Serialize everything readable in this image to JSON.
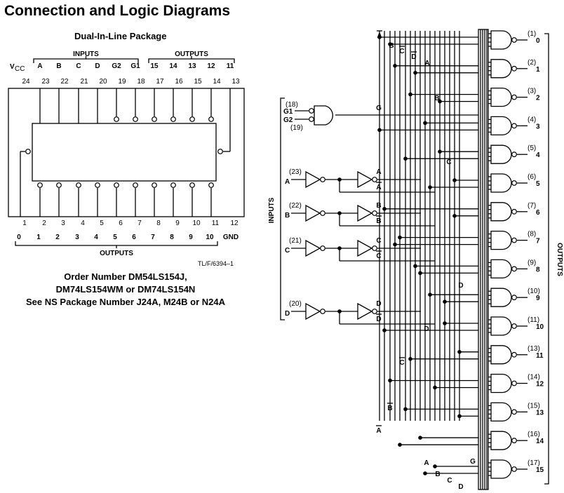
{
  "title": "Connection and Logic Diagrams",
  "package": {
    "title": "Dual-In-Line Package",
    "inputs_label": "INPUTS",
    "outputs_label": "OUTPUTS",
    "vcc_label": "VCC",
    "gnd_label": "GND",
    "top_pin_numbers": [
      "24",
      "23",
      "22",
      "21",
      "20",
      "19",
      "18",
      "17",
      "16",
      "15",
      "14",
      "13"
    ],
    "top_pin_names": [
      "A",
      "B",
      "C",
      "D",
      "G2",
      "G1",
      "15",
      "14",
      "13",
      "12",
      "11"
    ],
    "bottom_pin_numbers": [
      "1",
      "2",
      "3",
      "4",
      "5",
      "6",
      "7",
      "8",
      "9",
      "10",
      "11",
      "12"
    ],
    "bottom_pin_names": [
      "0",
      "1",
      "2",
      "3",
      "4",
      "5",
      "6",
      "7",
      "8",
      "9",
      "10"
    ]
  },
  "order": {
    "line1": "Order Number DM54LS154J,",
    "line2": "DM74LS154WM or DM74LS154N",
    "line3": "See NS Package Number J24A, M24B or N24A"
  },
  "figure_ref": "TL/F/6394–1",
  "logic": {
    "inputs_label": "INPUTS",
    "outputs_label": "OUTPUTS",
    "enable_pins": [
      {
        "pin": "(18)",
        "name": "G1"
      },
      {
        "pin": "(19)",
        "name": "G2"
      }
    ],
    "enable_out": "G",
    "input_pins": [
      {
        "pin": "(23)",
        "name": "A"
      },
      {
        "pin": "(22)",
        "name": "B"
      },
      {
        "pin": "(21)",
        "name": "C"
      },
      {
        "pin": "(20)",
        "name": "D"
      }
    ],
    "outputs": [
      {
        "pin": "(1)",
        "num": "0"
      },
      {
        "pin": "(2)",
        "num": "1"
      },
      {
        "pin": "(3)",
        "num": "2"
      },
      {
        "pin": "(4)",
        "num": "3"
      },
      {
        "pin": "(5)",
        "num": "4"
      },
      {
        "pin": "(6)",
        "num": "5"
      },
      {
        "pin": "(7)",
        "num": "6"
      },
      {
        "pin": "(8)",
        "num": "7"
      },
      {
        "pin": "(9)",
        "num": "8"
      },
      {
        "pin": "(10)",
        "num": "9"
      },
      {
        "pin": "(11)",
        "num": "10"
      },
      {
        "pin": "(13)",
        "num": "11"
      },
      {
        "pin": "(14)",
        "num": "12"
      },
      {
        "pin": "(15)",
        "num": "13"
      },
      {
        "pin": "(16)",
        "num": "14"
      },
      {
        "pin": "(17)",
        "num": "15"
      }
    ],
    "bus_labels": [
      "A",
      "B",
      "C",
      "D"
    ]
  }
}
